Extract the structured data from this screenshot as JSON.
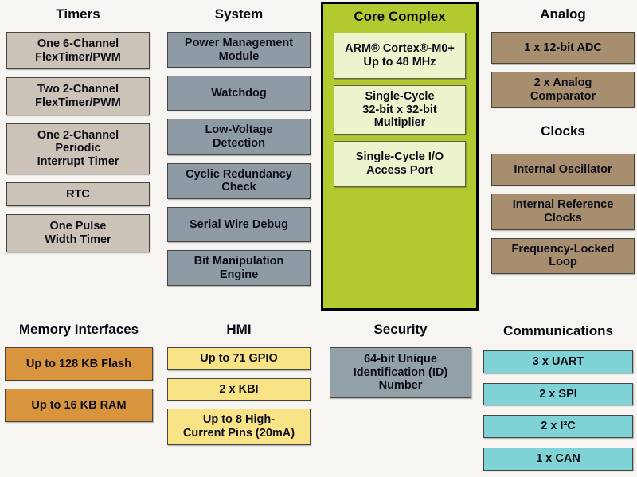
{
  "sections": {
    "timers": {
      "title": "Timers",
      "blocks": [
        "One 6-Channel\nFlexTimer/PWM",
        "Two 2-Channel\nFlexTimer/PWM",
        "One 2-Channel\nPeriodic\nInterrupt Timer",
        "RTC",
        "One Pulse\nWidth Timer"
      ]
    },
    "system": {
      "title": "System",
      "blocks": [
        "Power Management\nModule",
        "Watchdog",
        "Low-Voltage\nDetection",
        "Cyclic Redundancy\nCheck",
        "Serial Wire Debug",
        "Bit Manipulation\nEngine"
      ]
    },
    "core": {
      "title": "Core Complex",
      "blocks": [
        "ARM® Cortex®-M0+\nUp to 48 MHz",
        "Single-Cycle\n32-bit x 32-bit\nMultiplier",
        "Single-Cycle I/O\nAccess Port"
      ]
    },
    "analog": {
      "title": "Analog",
      "blocks": [
        "1 x 12-bit ADC",
        "2 x Analog\nComparator"
      ]
    },
    "clocks": {
      "title": "Clocks",
      "blocks": [
        "Internal Oscillator",
        "Internal Reference\nClocks",
        "Frequency-Locked\nLoop"
      ]
    },
    "memory": {
      "title": "Memory Interfaces",
      "blocks": [
        "Up to 128 KB Flash",
        "Up to 16 KB RAM"
      ]
    },
    "hmi": {
      "title": "HMI",
      "blocks": [
        "Up to 71 GPIO",
        "2 x  KBI",
        "Up to 8 High-\nCurrent Pins (20mA)"
      ]
    },
    "security": {
      "title": "Security",
      "blocks": [
        "64-bit Unique\nIdentification (ID)\nNumber"
      ]
    },
    "communications": {
      "title": "Communications",
      "blocks": [
        "3 x UART",
        "2 x SPI",
        "2 x I²C",
        "1 x CAN"
      ]
    }
  },
  "colors": {
    "background": "#f6f5f2",
    "text": "#0e0e18",
    "timers": "#cbc3b7",
    "system": "#8e9ba5",
    "core_panel": "#b4c930",
    "core_block": "#edf3cd",
    "analog": "#a68e6f",
    "clocks": "#a68e6f",
    "memory": "#d9953e",
    "hmi": "#f8e387",
    "security": "#92a0a8",
    "communications": "#7fd3d6"
  }
}
